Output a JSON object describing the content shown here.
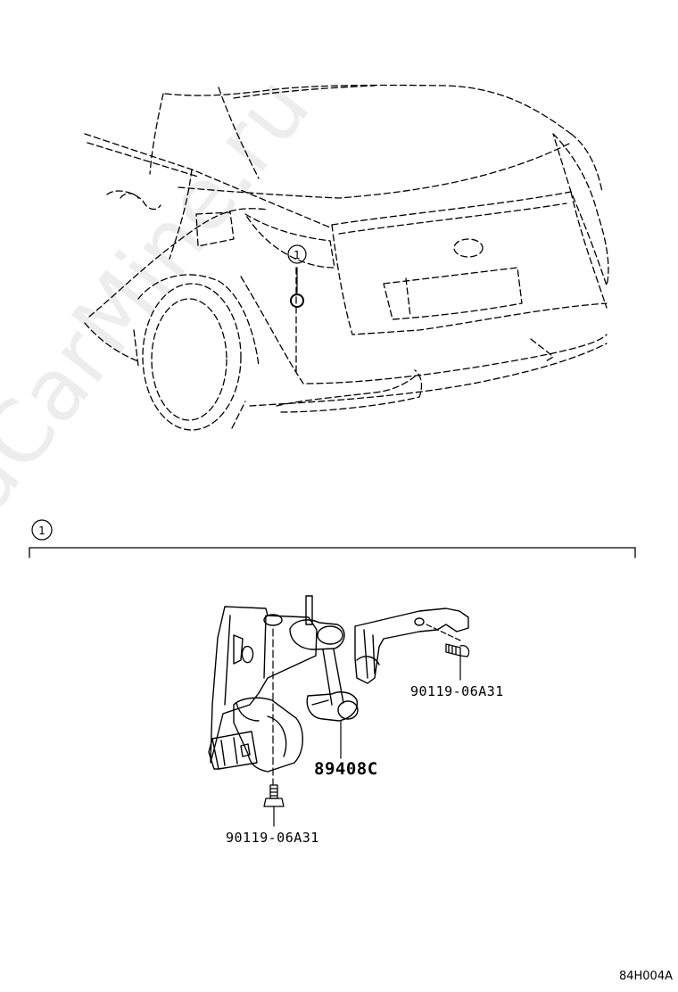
{
  "watermark": "ToyotaCarMine.ru",
  "callouts": [
    {
      "number": "1"
    },
    {
      "number": "1"
    }
  ],
  "parts": [
    {
      "part_number": "90119-06A31"
    },
    {
      "part_number": "89408C"
    },
    {
      "part_number": "90119-06A31"
    }
  ],
  "reference_code": "84H004A"
}
